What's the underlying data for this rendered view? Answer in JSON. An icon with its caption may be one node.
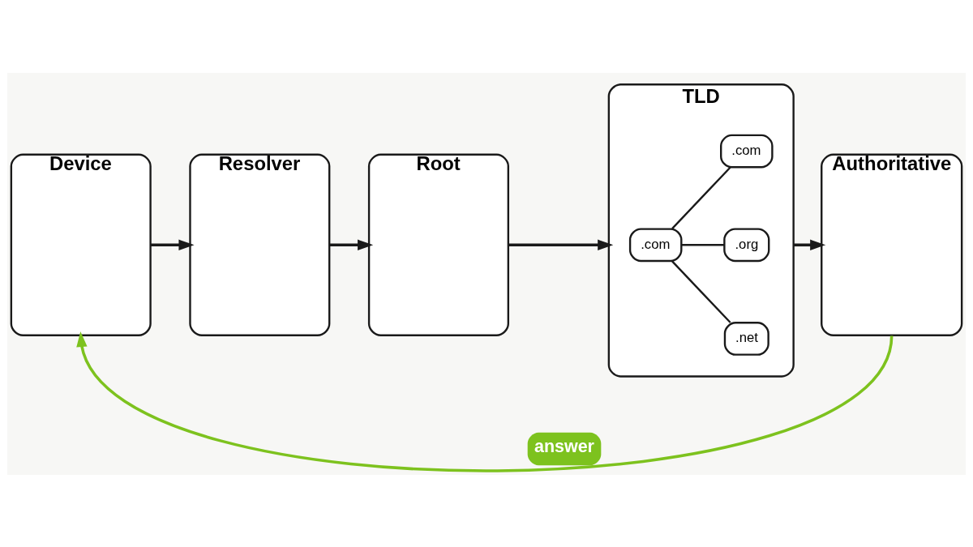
{
  "diagram": {
    "nodes": [
      {
        "text": [
          "Device"
        ]
      },
      {
        "text": [
          "Resolver"
        ]
      },
      {
        "text": [
          "Root"
        ]
      },
      {
        "text": [
          "TLD"
        ]
      },
      {
        "text": [
          ".com"
        ],
        "in": 3
      },
      {
        "text": [
          ".com"
        ],
        "in": 3
      },
      {
        "text": [
          ".org"
        ],
        "in": 3
      },
      {
        "text": [
          ".net"
        ],
        "in": 3
      },
      {
        "text": [
          "Authoritative"
        ]
      }
    ],
    "edges": [
      {
        "from": 0,
        "to": 1,
        "arrow": "to"
      },
      {
        "from": 1,
        "to": 2,
        "arrow": "to"
      },
      {
        "from": 2,
        "to": 3,
        "arrow": "to"
      },
      {
        "from": 3,
        "to": 8,
        "arrow": "to"
      },
      {
        "from": 4,
        "to": 5,
        "arrow": "none"
      },
      {
        "from": 4,
        "to": 6,
        "arrow": "none"
      },
      {
        "from": 4,
        "to": 7,
        "arrow": "none"
      },
      {
        "from": 8,
        "to": 0,
        "arrow": "to",
        "label": "answer",
        "color": "#7dc21e"
      }
    ]
  }
}
